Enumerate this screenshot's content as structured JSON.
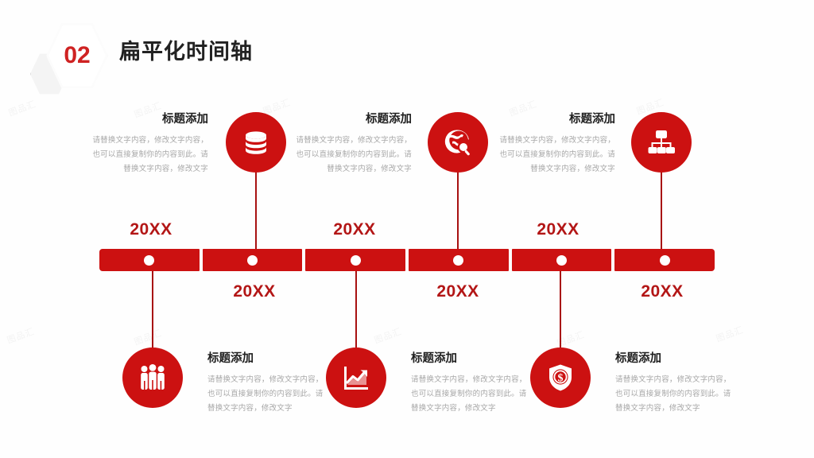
{
  "header": {
    "badge_number": "02",
    "title": "扁平化时间轴"
  },
  "colors": {
    "primary_red": "#cc1111",
    "dark_red": "#a81111",
    "year_red": "#b31616",
    "badge_red": "#cf2222",
    "title_dark": "#1f1f1f",
    "body_gray": "#a8a8a8",
    "background": "#fefefe"
  },
  "placeholder_body": "请替换文字内容，修改文字内容，也可以直接复制你的内容到此。请替换文字内容，修改文字",
  "timeline": {
    "segment_count": 6,
    "top_items": [
      {
        "title": "标题添加",
        "body": "请替换文字内容，修改文字内容，也可以直接复制你的内容到此。请替换文字内容，修改文字",
        "year": "20XX",
        "icon": "database-icon"
      },
      {
        "title": "标题添加",
        "body": "请替换文字内容，修改文字内容，也可以直接复制你的内容到此。请替换文字内容，修改文字",
        "year": "20XX",
        "icon": "globe-search-icon"
      },
      {
        "title": "标题添加",
        "body": "请替换文字内容，修改文字内容，也可以直接复制你的内容到此。请替换文字内容，修改文字",
        "year": "20XX",
        "icon": "org-chart-icon"
      }
    ],
    "bottom_items": [
      {
        "title": "标题添加",
        "body": "请替换文字内容，修改文字内容，也可以直接复制你的内容到此。请替换文字内容，修改文字",
        "year": "20XX",
        "icon": "people-group-icon"
      },
      {
        "title": "标题添加",
        "body": "请替换文字内容，修改文字内容，也可以直接复制你的内容到此。请替换文字内容，修改文字",
        "year": "20XX",
        "icon": "growth-chart-icon"
      },
      {
        "title": "标题添加",
        "body": "请替换文字内容，修改文字内容，也可以直接复制你的内容到此。请替换文字内容，修改文字",
        "year": "20XX",
        "icon": "shield-dollar-icon"
      }
    ]
  },
  "watermarks": [
    "图品汇",
    "图品汇",
    "图品汇",
    "图品汇",
    "图品汇",
    "图品汇",
    "图品汇",
    "图品汇",
    "图品汇",
    "图品汇"
  ]
}
